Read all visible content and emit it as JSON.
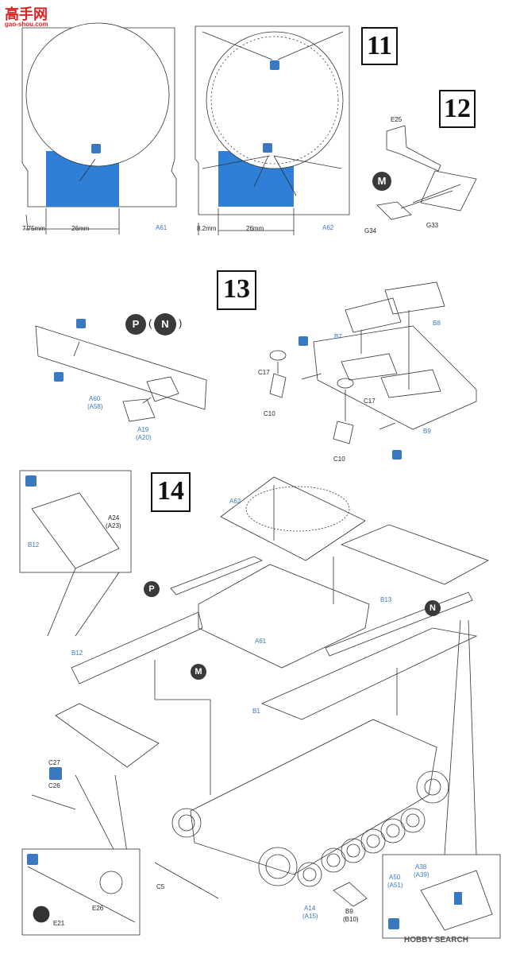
{
  "watermark_top": {
    "chars": "高手网",
    "url": "gao-shou.com"
  },
  "watermark_bottom": {
    "brand": "HOBBY SEARCH"
  },
  "steps": {
    "s11": "11",
    "s12": "12",
    "s13": "13",
    "s14": "14"
  },
  "step11": {
    "left_part": "A61",
    "right_part": "A62",
    "dim_left_offset": "7.75mm",
    "dim_left_width": "26mm",
    "dim_right_offset": "8.2mm",
    "dim_right_width": "26mm"
  },
  "step12": {
    "parts": [
      "E25",
      "G34",
      "G33"
    ],
    "marker": "M"
  },
  "step13": {
    "markers": [
      "P",
      "(",
      "N",
      ")"
    ],
    "left_parts": {
      "a60": "A60",
      "a58": "(A58)",
      "a19": "A19",
      "a20": "(A20)"
    },
    "right_parts": {
      "b7": "B7",
      "b8": "B8",
      "b9": "B9",
      "c17a": "C17",
      "c17b": "C17",
      "c10a": "C10",
      "c10b": "C10"
    }
  },
  "step14": {
    "inset_a": {
      "part1": "A24",
      "part1b": "(A23)",
      "part2": "B12"
    },
    "main_parts": {
      "a62": "A62",
      "b13": "B13",
      "a61": "A61",
      "b12": "B12",
      "b1": "B1",
      "c27": "C27",
      "c26": "C26",
      "c5": "C5",
      "a14": "A14",
      "a15": "(A15)",
      "b9": "B9",
      "b10": "(B10)"
    },
    "markers": {
      "p": "P",
      "m": "M",
      "n": "N"
    },
    "inset_b": {
      "e26": "E26",
      "e21": "E21"
    },
    "inset_c": {
      "a38": "A38",
      "a39": "(A39)",
      "a50": "A50",
      "a51": "(A51)"
    }
  },
  "colors": {
    "accent_blue": "#3a78c2",
    "fill_blue": "#2f7fd6",
    "line": "#222222"
  }
}
